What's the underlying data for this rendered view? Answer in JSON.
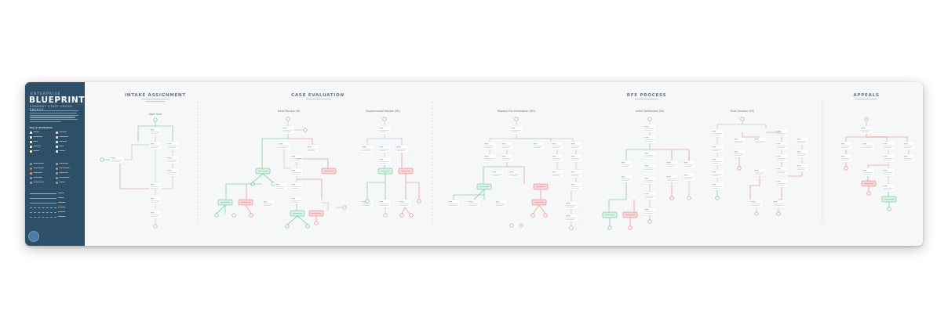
{
  "sidebar": {
    "brand_small": "ENTERPRISE",
    "title": "BLUEPRINT",
    "subtitle": "CURRENT STATE CROSS ENERGY",
    "legend_heading": "Key & Guidelines",
    "logo_icon": "circle-logo-icon"
  },
  "phases": [
    {
      "title": "INTAKE ASSIGNMENT",
      "lanes": [
        {
          "title": "Start here"
        }
      ]
    },
    {
      "title": "CASE EVALUATION",
      "lanes": [
        {
          "title": "Initial Review (IR)"
        },
        {
          "title": "Supplemental Review (SR)"
        }
      ]
    },
    {
      "title": "RFE PROCESS",
      "lanes": [
        {
          "title": "Request For Information (RFI)"
        },
        {
          "title": "Initial Notification (IN)"
        },
        {
          "title": "Final Decision (FD)"
        }
      ]
    },
    {
      "title": "APPEALS",
      "lanes": []
    }
  ],
  "colors": {
    "sidebar_bg": "#2e4f68",
    "accept": "#5fb98a",
    "reject": "#e07878",
    "neutral": "#9aa3ad",
    "accept_fill": "#d9f0e3",
    "reject_fill": "#f6d6d6"
  }
}
